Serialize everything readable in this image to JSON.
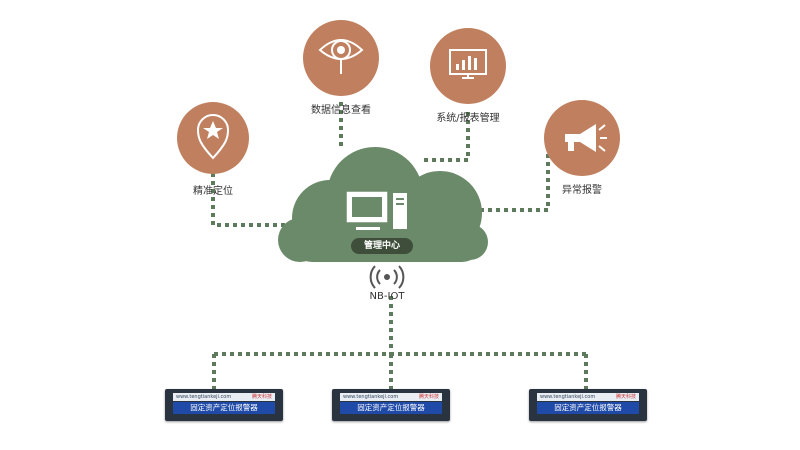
{
  "colors": {
    "node_fill": "#c0805f",
    "cloud_fill": "#6b8a6a",
    "connector": "#5e7a5d",
    "device_body": "#2a3340",
    "device_label_bg": "#1f4aa8"
  },
  "nodes": [
    {
      "id": "positioning",
      "label": "精准定位",
      "icon": "location-star-icon"
    },
    {
      "id": "data-view",
      "label": "数据信息查看",
      "icon": "eye-magnifier-icon"
    },
    {
      "id": "system-report",
      "label": "系统/报表管理",
      "icon": "monitor-chart-icon"
    },
    {
      "id": "alarm",
      "label": "异常报警",
      "icon": "megaphone-icon"
    }
  ],
  "hub": {
    "label": "管理中心",
    "icon": "computer-icon"
  },
  "network": {
    "label": "NB-IOT",
    "icon": "wireless-signal-icon"
  },
  "devices": [
    {
      "url": "www.tengtiankeji.com",
      "brand": "腾天科技",
      "label": "固定资产定位报警器"
    },
    {
      "url": "www.tengtiankeji.com",
      "brand": "腾天科技",
      "label": "固定资产定位报警器"
    },
    {
      "url": "www.tengtiankeji.com",
      "brand": "腾天科技",
      "label": "固定资产定位报警器"
    }
  ]
}
